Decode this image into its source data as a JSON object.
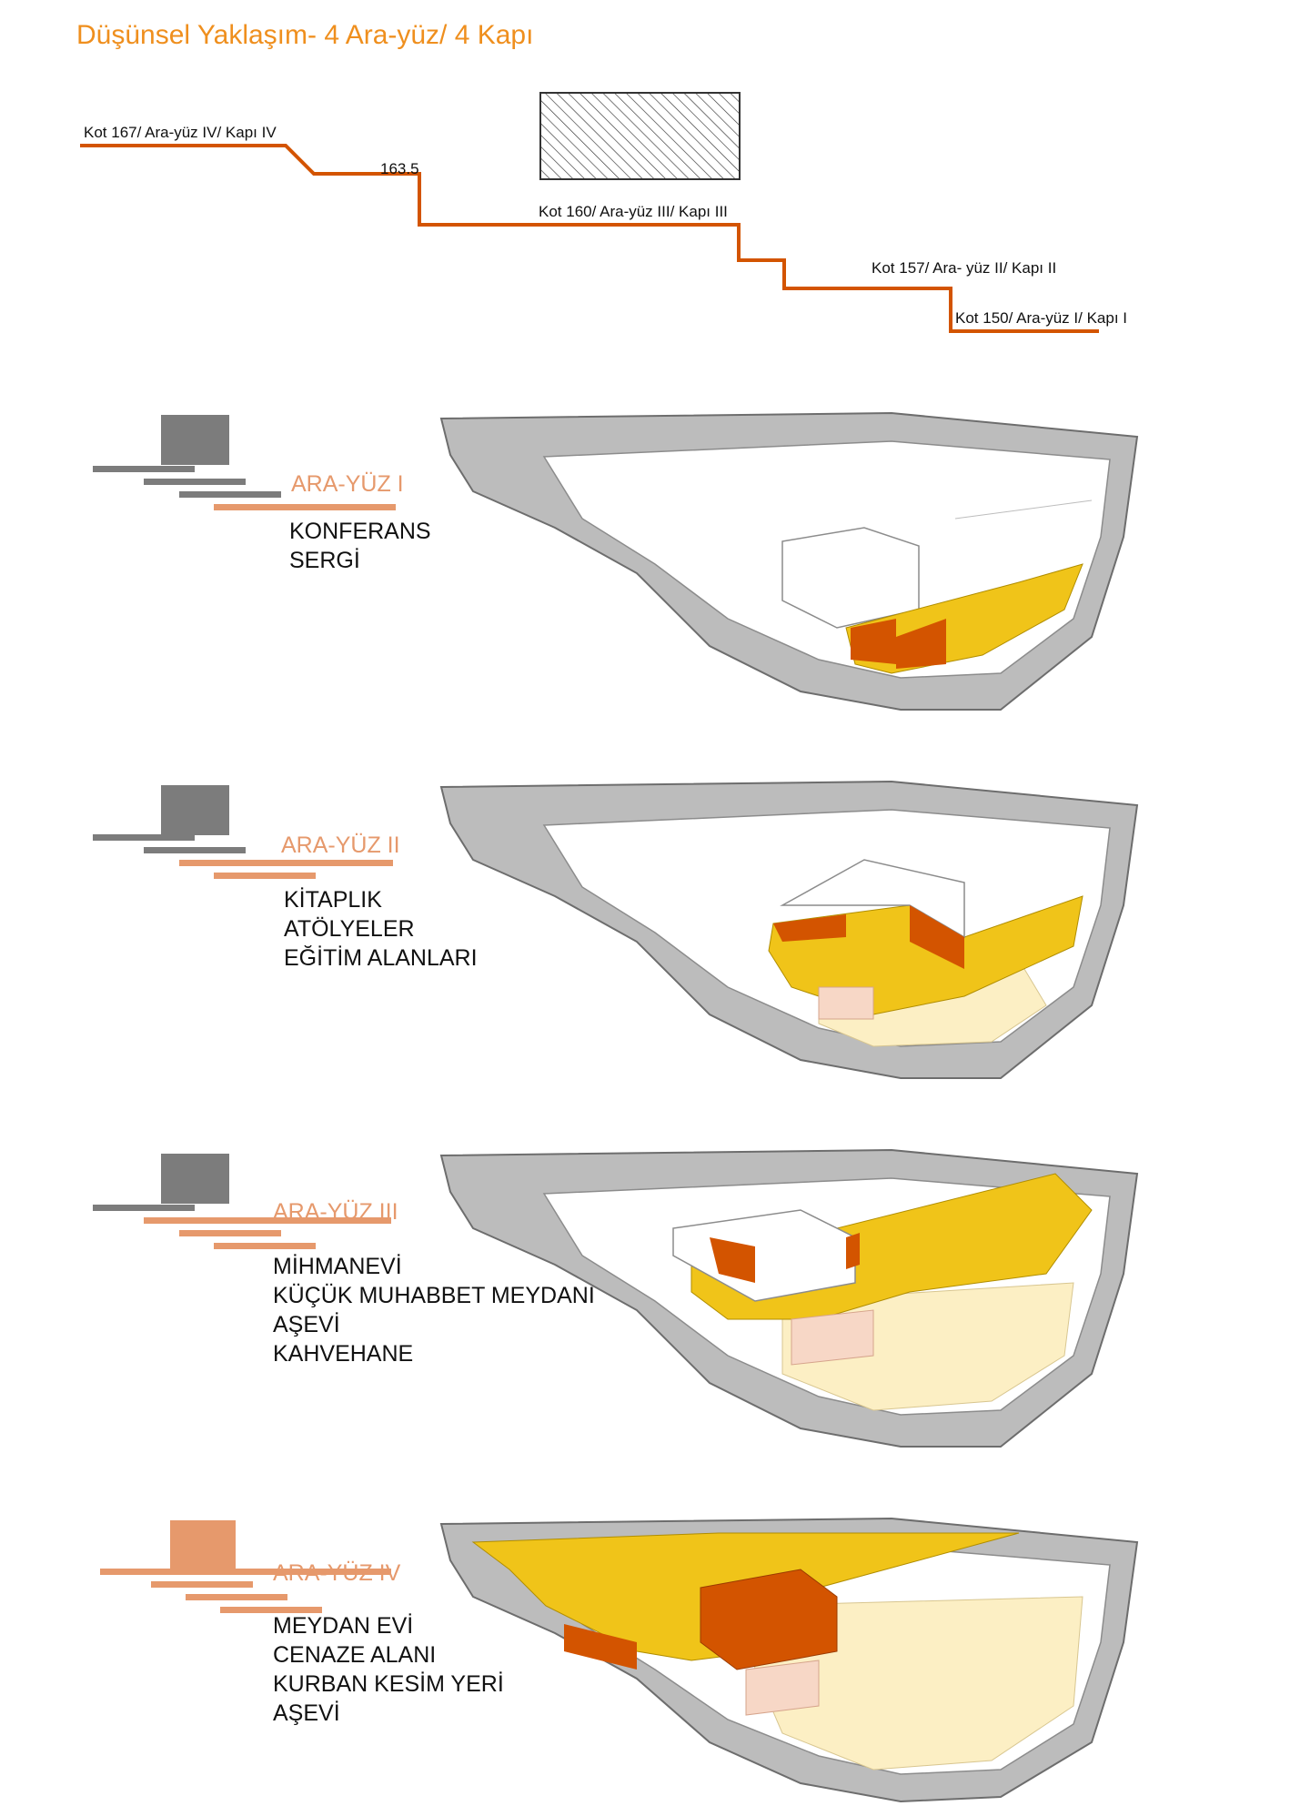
{
  "title": "Düşünsel Yaklaşım- 4 Ara-yüz/ 4 Kapı",
  "section_diagram": {
    "labels": {
      "kapi_iv": "Kot 167/ Ara-yüz IV/ Kapı IV",
      "mid": "163.5",
      "kapi_iii": "Kot 160/ Ara-yüz III/ Kapı III",
      "kapi_ii": "Kot 157/ Ara- yüz II/ Kapı II",
      "kapi_i": "Kot 150/ Ara-yüz I/ Kapı I"
    },
    "line_color": "#d35400"
  },
  "panels": [
    {
      "name": "ARA-YÜZ I",
      "programs": [
        "KONFERANS",
        "SERGİ"
      ],
      "active_level": 1
    },
    {
      "name": "ARA-YÜZ II",
      "programs": [
        "KİTAPLIK",
        "ATÖLYELER",
        "EĞİTİM ALANLARI"
      ],
      "active_level": 2
    },
    {
      "name": "ARA-YÜZ III",
      "programs": [
        "MİHMANEVİ",
        "KÜÇÜK MUHABBET MEYDANI",
        "AŞEVİ",
        "KAHVEHANE"
      ],
      "active_level": 3
    },
    {
      "name": "ARA-YÜZ IV",
      "programs": [
        "MEYDAN EVİ",
        "CENAZE ALANI",
        "KURBAN KESİM YERİ",
        "AŞEVİ"
      ],
      "active_level": 4
    }
  ],
  "colors": {
    "title": "#ef8f1e",
    "accent": "#d35400",
    "highlight": "#f0c419",
    "pale": "#fcefc4",
    "pink": "#f7d7c6",
    "grey": "#b9b9b9",
    "dark_grey": "#7c7c7c",
    "salmon": "#e6996c"
  }
}
